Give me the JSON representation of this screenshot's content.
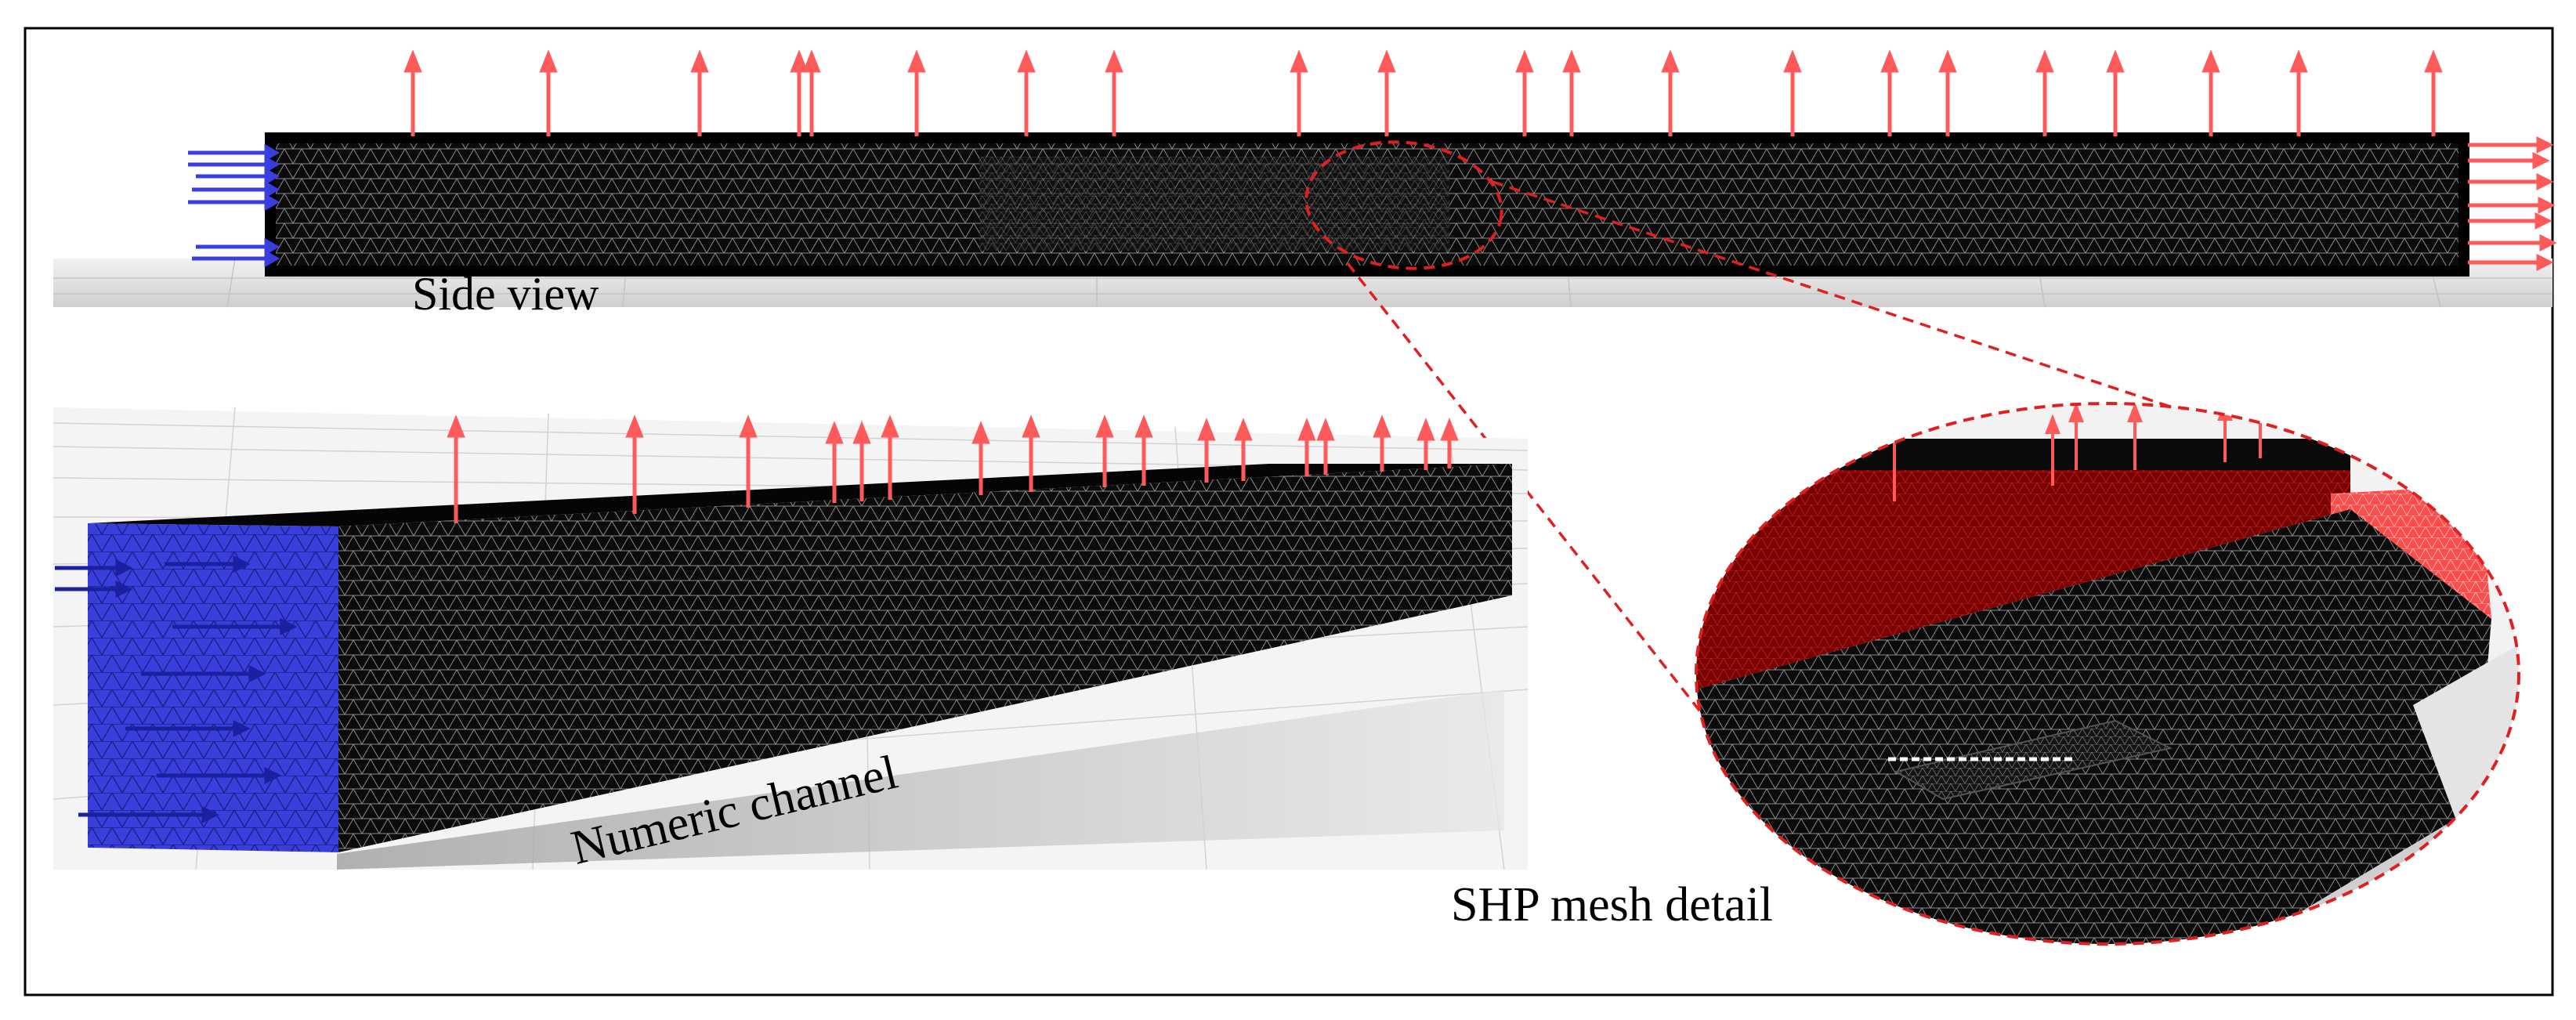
{
  "labels": {
    "side_view": "Side view",
    "numeric_channel": "Numeric channel",
    "shp_mesh_detail": "SHP mesh detail"
  },
  "colors": {
    "mesh_dark": "#0b0b0b",
    "mesh_line": "#9a9a9a",
    "inlet_blue": "#3a3ee0",
    "outlet_red": "#ff5a5a",
    "highlight_red": "#8b0000",
    "dashed_callout": "#e02020",
    "floor_grey": "#dcdcdc",
    "frame": "#000000"
  },
  "panels": [
    "side-view",
    "numeric-channel-3d",
    "shp-mesh-detail"
  ]
}
